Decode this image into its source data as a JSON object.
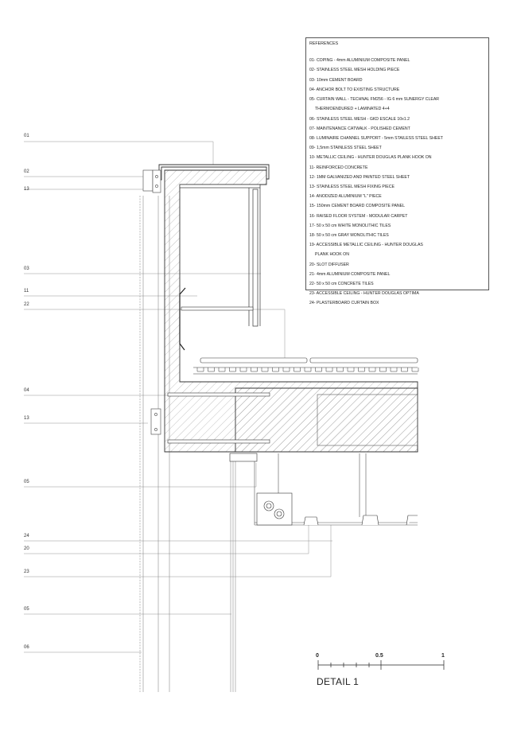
{
  "callouts": [
    "01",
    "02",
    "13",
    "03",
    "11",
    "22",
    "04",
    "13",
    "05",
    "24",
    "20",
    "23",
    "05",
    "06"
  ],
  "references": {
    "title": "REFERENCES",
    "items": [
      "01- COPING - 4mm ALUMINIUM COMPOSITE PANEL",
      "02- STAINLESS STEEL MESH HOLDING PIECE",
      "03- 10mm CEMENT BOARD",
      "04- ANCHOR BOLT TO EXISTING STRUCTURE",
      "05- CURTAIN WALL  - TECHNAL FM256 - IG 6 mm SUNERGY CLEAR",
      "THERMOENDURED + LAMINATED 4+4",
      "06- STAINLESS STEEL MESH - GKD ESCALE 10x1.2",
      "07- MAINTENANCE CATWALK - POLISHED CEMENT",
      "08- LUMINAIRE CHANNEL SUPPORT - 5mm STAILESS STEEL SHEET",
      "09- 1,5mm STAINLESS STEEL SHEET",
      "10- METALLIC CEILING - HUNTER DOUGLAS PLANK HOOK ON",
      "11- REINFORCED CONCRETE",
      "12- 1MM GALVANIZED AND PAINTED STEEL SHEET",
      "13- STAINLESS STEEL MESH FIXING PIECE",
      "14- ANODIZED ALUMINIUM \"L\" PIECE",
      "15- 150mm CEMENT BOARD COMPOSITE PANEL",
      "16- RAISED FLOOR SYSTEM - MODULAR CARPET",
      "17- 50 x 50 cm WHITE MONOLITHIC TILES",
      "18- 50 x 50 cm GRAY MONOLITHIC TILES",
      "19- ACCESSIBLE METALLIC CEILING - HUNTER DOUGLAS",
      "PLANK HOOK ON",
      "20- SLOT DIFFUSER",
      "21- 4mm ALUMINIUM COMPOSITE PANEL",
      "22- 50 x 50 cm CONCRETE TILES",
      "23- ACCESSIBLE CEILING - HUNTER DOUGLAS OPTIMA",
      "24- PLASTERBOARD CURTAIN BOX"
    ]
  },
  "scale": {
    "labels": [
      "0",
      "0.5",
      "1"
    ]
  },
  "detail_title": "DETAIL 1"
}
